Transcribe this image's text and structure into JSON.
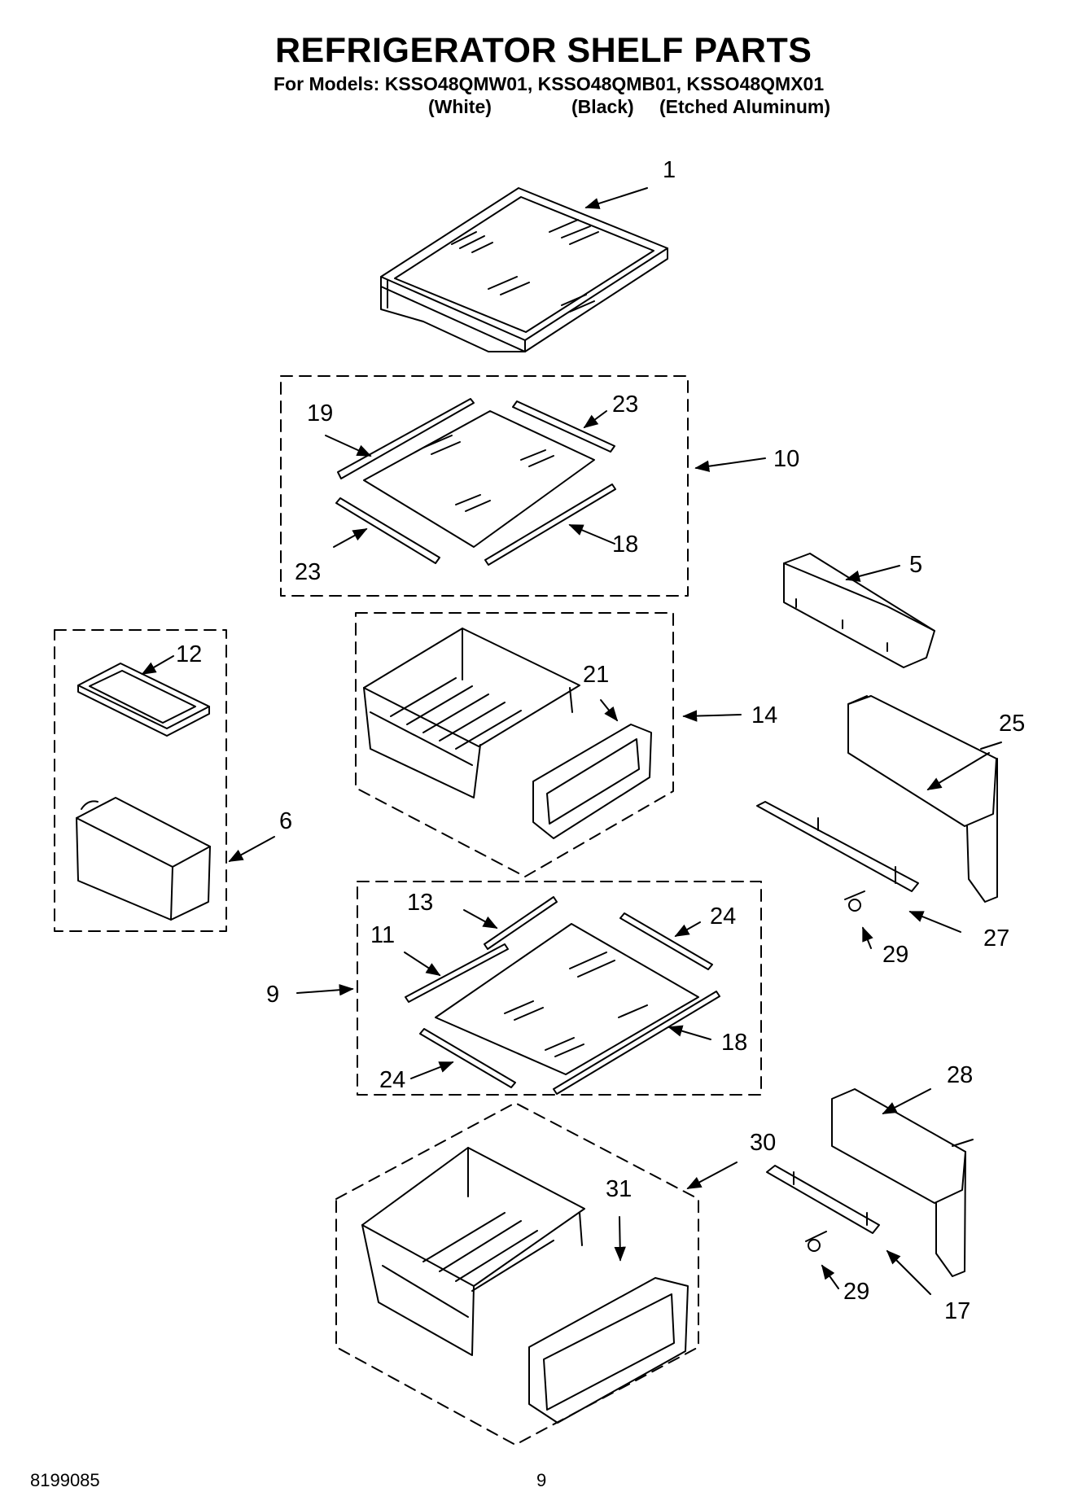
{
  "header": {
    "title": "REFRIGERATOR SHELF PARTS",
    "models_line": "For Models: KSSO48QMW01, KSSO48QMB01, KSSO48QMX01",
    "variants": [
      "(White)",
      "(Black)",
      "(Etched Aluminum)"
    ]
  },
  "callouts": {
    "c1": "1",
    "c19": "19",
    "c23a": "23",
    "c10": "10",
    "c23b": "23",
    "c18a": "18",
    "c5": "5",
    "c12": "12",
    "c21": "21",
    "c14": "14",
    "c25": "25",
    "c6": "6",
    "c13": "13",
    "c24a": "24",
    "c11": "11",
    "c29a": "29",
    "c27": "27",
    "c9": "9",
    "c18b": "18",
    "c24b": "24",
    "c28": "28",
    "c30": "30",
    "c31": "31",
    "c29b": "29",
    "c17": "17"
  },
  "footer": {
    "document_number": "8199085",
    "page_number": "9"
  }
}
